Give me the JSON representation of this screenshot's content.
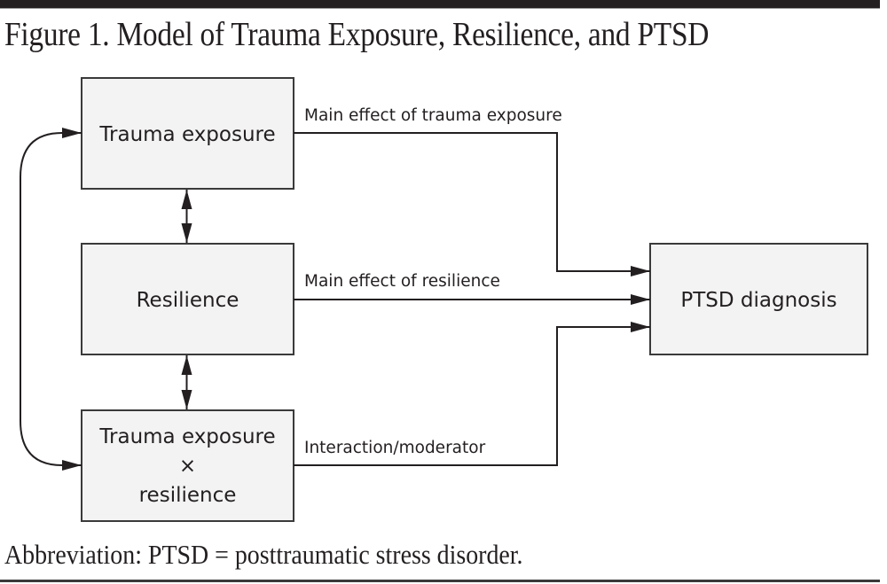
{
  "figure": {
    "title": "Figure 1. Model of Trauma Exposure, Resilience, and PTSD",
    "footnote": "Abbreviation: PTSD = posttraumatic stress disorder."
  },
  "colors": {
    "ink": "#231f20",
    "box_fill": "#f3f3f3",
    "box_stroke": "#3a3a3a"
  },
  "nodes": {
    "trauma_exposure": {
      "label": "Trauma exposure"
    },
    "resilience": {
      "label": "Resilience"
    },
    "interaction": {
      "line1": "Trauma exposure",
      "symbol": "×",
      "line2": "resilience"
    },
    "ptsd": {
      "label": "PTSD diagnosis"
    }
  },
  "edges": [
    {
      "from": "trauma_exposure",
      "to": "ptsd",
      "label": "Main effect of trauma exposure",
      "type": "directed"
    },
    {
      "from": "resilience",
      "to": "ptsd",
      "label": "Main effect of resilience",
      "type": "directed"
    },
    {
      "from": "interaction",
      "to": "ptsd",
      "label": "Interaction/moderator",
      "type": "directed"
    },
    {
      "from": "trauma_exposure",
      "to": "resilience",
      "label": "",
      "type": "bidirectional"
    },
    {
      "from": "resilience",
      "to": "interaction",
      "label": "",
      "type": "bidirectional"
    },
    {
      "from": "trauma_exposure",
      "to": "interaction",
      "label": "",
      "type": "bidirectional-curved"
    }
  ]
}
